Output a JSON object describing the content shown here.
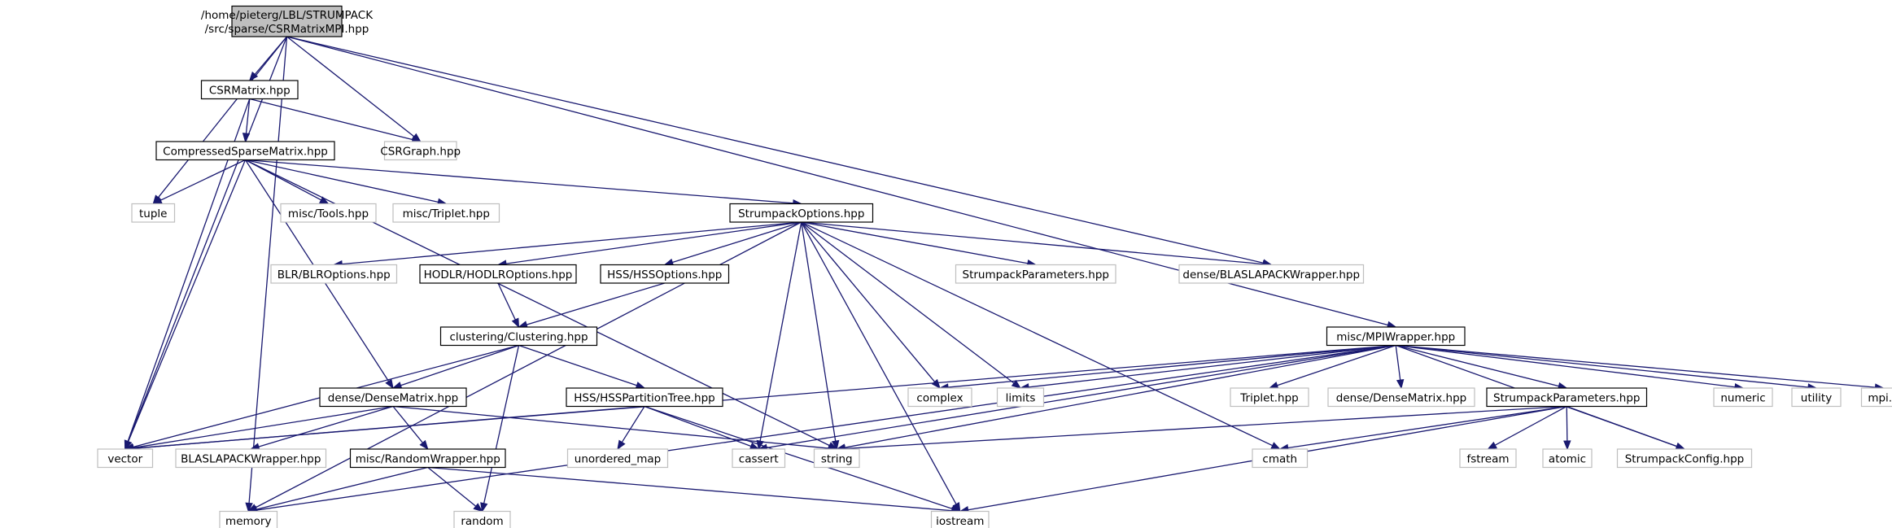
{
  "colors": {
    "edge": "#191970",
    "root_fill": "#bfbfbf",
    "node_fill": "#ffffff",
    "internal_border": "#000000",
    "external_border": "#bfbfbf",
    "text": "#000000"
  },
  "nodes": [
    {
      "id": "root",
      "label": "/home/pieterg/LBL/STRUMPACK\n/src/sparse/CSRMatrixMPI.hpp",
      "kind": "root"
    },
    {
      "id": "csrmatrix",
      "label": "CSRMatrix.hpp",
      "kind": "internal"
    },
    {
      "id": "csrgraph",
      "label": "CSRGraph.hpp",
      "kind": "external"
    },
    {
      "id": "compressed",
      "label": "CompressedSparseMatrix.hpp",
      "kind": "internal"
    },
    {
      "id": "tuple",
      "label": "tuple",
      "kind": "external"
    },
    {
      "id": "misctools",
      "label": "misc/Tools.hpp",
      "kind": "external"
    },
    {
      "id": "misctriplet",
      "label": "misc/Triplet.hpp",
      "kind": "external"
    },
    {
      "id": "strumpackoptions",
      "label": "StrumpackOptions.hpp",
      "kind": "internal"
    },
    {
      "id": "blroptions",
      "label": "BLR/BLROptions.hpp",
      "kind": "external"
    },
    {
      "id": "hodlroptions",
      "label": "HODLR/HODLROptions.hpp",
      "kind": "internal"
    },
    {
      "id": "hssoptions",
      "label": "HSS/HSSOptions.hpp",
      "kind": "internal"
    },
    {
      "id": "strumpackparams1",
      "label": "StrumpackParameters.hpp",
      "kind": "external"
    },
    {
      "id": "blaslapackwrapper",
      "label": "dense/BLASLAPACKWrapper.hpp",
      "kind": "external"
    },
    {
      "id": "clustering",
      "label": "clustering/Clustering.hpp",
      "kind": "internal"
    },
    {
      "id": "densematrix",
      "label": "dense/DenseMatrix.hpp",
      "kind": "internal"
    },
    {
      "id": "hsspartition",
      "label": "HSS/HSSPartitionTree.hpp",
      "kind": "internal"
    },
    {
      "id": "mpiwrapper",
      "label": "misc/MPIWrapper.hpp",
      "kind": "internal"
    },
    {
      "id": "complex",
      "label": "complex",
      "kind": "external"
    },
    {
      "id": "limits",
      "label": "limits",
      "kind": "external"
    },
    {
      "id": "triplet",
      "label": "Triplet.hpp",
      "kind": "external"
    },
    {
      "id": "densematrix2",
      "label": "dense/DenseMatrix.hpp",
      "kind": "external"
    },
    {
      "id": "strumpackparams2",
      "label": "StrumpackParameters.hpp",
      "kind": "internal"
    },
    {
      "id": "numeric",
      "label": "numeric",
      "kind": "external"
    },
    {
      "id": "utility",
      "label": "utility",
      "kind": "external"
    },
    {
      "id": "mpih",
      "label": "mpi.h",
      "kind": "external"
    },
    {
      "id": "vector",
      "label": "vector",
      "kind": "external"
    },
    {
      "id": "blaslapack2",
      "label": "BLASLAPACKWrapper.hpp",
      "kind": "external"
    },
    {
      "id": "randomwrapper",
      "label": "misc/RandomWrapper.hpp",
      "kind": "internal"
    },
    {
      "id": "unorderedmap",
      "label": "unordered_map",
      "kind": "external"
    },
    {
      "id": "cassert",
      "label": "cassert",
      "kind": "external"
    },
    {
      "id": "string",
      "label": "string",
      "kind": "external"
    },
    {
      "id": "cmath",
      "label": "cmath",
      "kind": "external"
    },
    {
      "id": "fstream",
      "label": "fstream",
      "kind": "external"
    },
    {
      "id": "atomic",
      "label": "atomic",
      "kind": "external"
    },
    {
      "id": "strumpackconfig",
      "label": "StrumpackConfig.hpp",
      "kind": "external"
    },
    {
      "id": "memory",
      "label": "memory",
      "kind": "external"
    },
    {
      "id": "random",
      "label": "random",
      "kind": "external"
    },
    {
      "id": "iostream",
      "label": "iostream",
      "kind": "external"
    }
  ],
  "edges": [
    [
      "root",
      "csrmatrix"
    ],
    [
      "root",
      "csrgraph"
    ],
    [
      "root",
      "tuple"
    ],
    [
      "root",
      "vector"
    ],
    [
      "root",
      "memory"
    ],
    [
      "root",
      "blaslapackwrapper"
    ],
    [
      "root",
      "mpiwrapper"
    ],
    [
      "csrmatrix",
      "compressed"
    ],
    [
      "csrmatrix",
      "csrgraph"
    ],
    [
      "csrmatrix",
      "vector"
    ],
    [
      "compressed",
      "tuple"
    ],
    [
      "compressed",
      "misctools"
    ],
    [
      "compressed",
      "misctriplet"
    ],
    [
      "compressed",
      "strumpackoptions"
    ],
    [
      "compressed",
      "densematrix"
    ],
    [
      "compressed",
      "vector"
    ],
    [
      "compressed",
      "string"
    ],
    [
      "strumpackoptions",
      "blroptions"
    ],
    [
      "strumpackoptions",
      "hodlroptions"
    ],
    [
      "strumpackoptions",
      "hssoptions"
    ],
    [
      "strumpackoptions",
      "strumpackparams1"
    ],
    [
      "strumpackoptions",
      "blaslapackwrapper"
    ],
    [
      "strumpackoptions",
      "complex"
    ],
    [
      "strumpackoptions",
      "limits"
    ],
    [
      "strumpackoptions",
      "cassert"
    ],
    [
      "strumpackoptions",
      "string"
    ],
    [
      "strumpackoptions",
      "cmath"
    ],
    [
      "strumpackoptions",
      "iostream"
    ],
    [
      "strumpackoptions",
      "memory"
    ],
    [
      "hodlroptions",
      "clustering"
    ],
    [
      "hssoptions",
      "clustering"
    ],
    [
      "clustering",
      "densematrix"
    ],
    [
      "clustering",
      "hsspartition"
    ],
    [
      "clustering",
      "vector"
    ],
    [
      "clustering",
      "random"
    ],
    [
      "densematrix",
      "vector"
    ],
    [
      "densematrix",
      "blaslapack2"
    ],
    [
      "densematrix",
      "randomwrapper"
    ],
    [
      "densematrix",
      "string"
    ],
    [
      "hsspartition",
      "vector"
    ],
    [
      "hsspartition",
      "unorderedmap"
    ],
    [
      "hsspartition",
      "cassert"
    ],
    [
      "hsspartition",
      "iostream"
    ],
    [
      "randomwrapper",
      "memory"
    ],
    [
      "randomwrapper",
      "random"
    ],
    [
      "randomwrapper",
      "iostream"
    ],
    [
      "mpiwrapper",
      "complex"
    ],
    [
      "mpiwrapper",
      "limits"
    ],
    [
      "mpiwrapper",
      "triplet"
    ],
    [
      "mpiwrapper",
      "densematrix2"
    ],
    [
      "mpiwrapper",
      "strumpackparams2"
    ],
    [
      "mpiwrapper",
      "numeric"
    ],
    [
      "mpiwrapper",
      "utility"
    ],
    [
      "mpiwrapper",
      "mpih"
    ],
    [
      "mpiwrapper",
      "strumpackconfig"
    ],
    [
      "mpiwrapper",
      "vector"
    ],
    [
      "mpiwrapper",
      "cassert"
    ],
    [
      "mpiwrapper",
      "string"
    ],
    [
      "mpiwrapper",
      "memory"
    ],
    [
      "strumpackparams2",
      "string"
    ],
    [
      "strumpackparams2",
      "cmath"
    ],
    [
      "strumpackparams2",
      "fstream"
    ],
    [
      "strumpackparams2",
      "atomic"
    ],
    [
      "strumpackparams2",
      "strumpackconfig"
    ],
    [
      "strumpackparams2",
      "iostream"
    ]
  ]
}
